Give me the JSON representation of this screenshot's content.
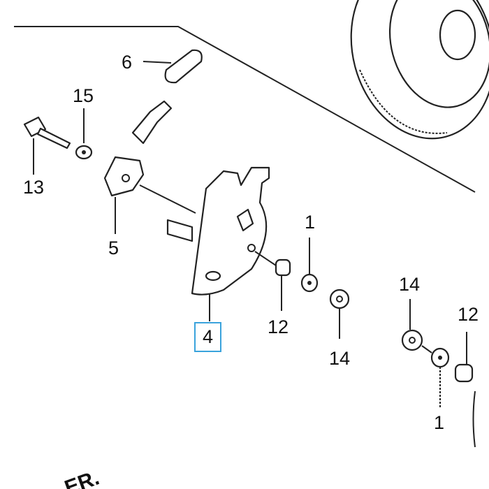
{
  "diagram": {
    "callouts": [
      {
        "id": "6",
        "text": "6"
      },
      {
        "id": "15",
        "text": "15"
      },
      {
        "id": "13",
        "text": "13"
      },
      {
        "id": "5",
        "text": "5"
      },
      {
        "id": "4",
        "text": "4",
        "highlighted": true
      },
      {
        "id": "1a",
        "text": "1"
      },
      {
        "id": "12a",
        "text": "12"
      },
      {
        "id": "14a",
        "text": "14"
      },
      {
        "id": "14b",
        "text": "14"
      },
      {
        "id": "12b",
        "text": "12"
      },
      {
        "id": "1b",
        "text": "1"
      }
    ],
    "partial_text": "ER.",
    "highlight_color": "#3aa3dc"
  }
}
